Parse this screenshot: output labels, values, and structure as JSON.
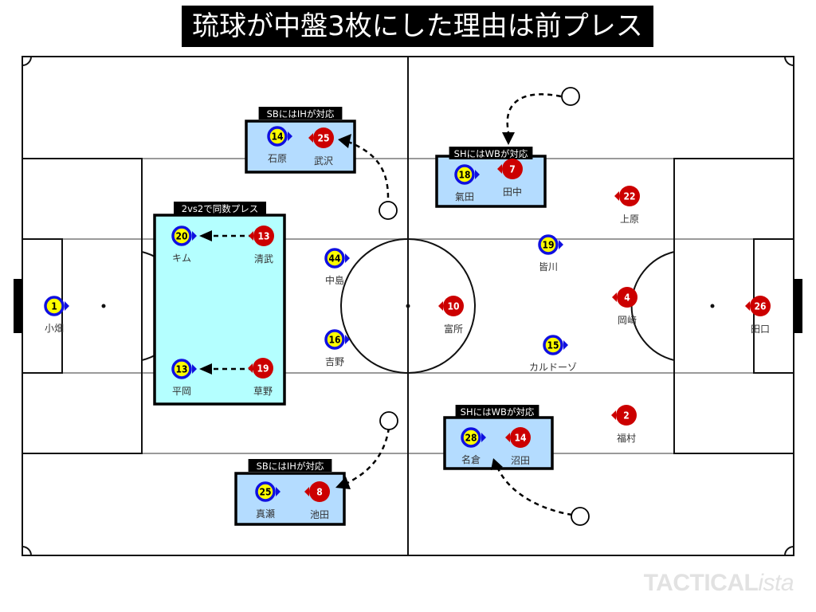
{
  "title": "琉球が中盤3枚にした理由は前プレス",
  "brand": {
    "main": "TACTICAL",
    "suffix": "ista"
  },
  "colors": {
    "team_yellow_fill": "#ffff00",
    "team_yellow_ring": "#1010e0",
    "team_red_fill": "#cc0000",
    "box_light_blue": "#b4dcff",
    "box_cyan": "#b4ffff"
  },
  "boxes": [
    {
      "id": "sb-ih-top",
      "label": "SBにはIHが対応",
      "style": "light_blue"
    },
    {
      "id": "press-2v2",
      "label": "2vs2で同数プレス",
      "style": "cyan"
    },
    {
      "id": "sh-wb-top",
      "label": "SHにはWBが対応",
      "style": "light_blue"
    },
    {
      "id": "sh-wb-bottom",
      "label": "SHにはWBが対応",
      "style": "light_blue"
    },
    {
      "id": "sb-ih-bottom",
      "label": "SBにはIHが対応",
      "style": "light_blue"
    }
  ],
  "players_yellow": [
    {
      "number": "1",
      "name": "小畑"
    },
    {
      "number": "14",
      "name": "石原"
    },
    {
      "number": "20",
      "name": "キム"
    },
    {
      "number": "13",
      "name": "平岡"
    },
    {
      "number": "44",
      "name": "中島"
    },
    {
      "number": "16",
      "name": "吉野"
    },
    {
      "number": "25",
      "name": "真瀬"
    },
    {
      "number": "18",
      "name": "氣田"
    },
    {
      "number": "19",
      "name": "皆川"
    },
    {
      "number": "15",
      "name": "カルドーゾ"
    },
    {
      "number": "28",
      "name": "名倉"
    }
  ],
  "players_red": [
    {
      "number": "25",
      "name": "武沢"
    },
    {
      "number": "13",
      "name": "清武"
    },
    {
      "number": "19",
      "name": "草野"
    },
    {
      "number": "8",
      "name": "池田"
    },
    {
      "number": "10",
      "name": "富所"
    },
    {
      "number": "7",
      "name": "田中"
    },
    {
      "number": "14",
      "name": "沼田"
    },
    {
      "number": "22",
      "name": "上原"
    },
    {
      "number": "4",
      "name": "岡﨑"
    },
    {
      "number": "2",
      "name": "福村"
    },
    {
      "number": "26",
      "name": "田口"
    }
  ]
}
